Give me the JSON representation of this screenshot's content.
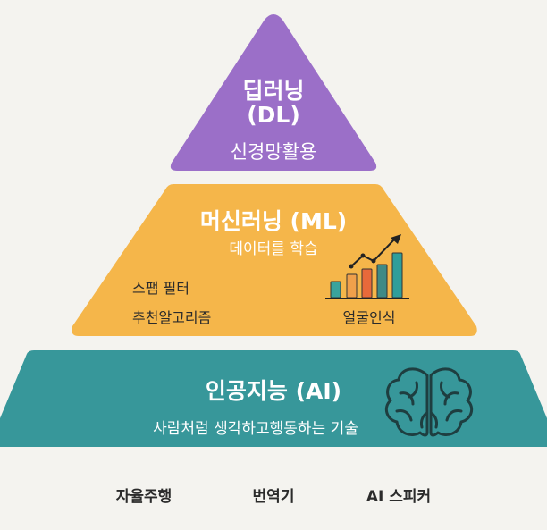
{
  "dl_tier": {
    "title": "딥러닝",
    "abbr": "(DL)",
    "subtitle": "신경망활용",
    "color": "#9b6fc8"
  },
  "ml_tier": {
    "title": "머신러닝 (ML)",
    "subtitle": "데이터를 학습",
    "examples": [
      "스팸 필터",
      "추천알고리즘"
    ],
    "chart_caption": "얼굴인식",
    "color": "#f5b64a",
    "chart_bar_colors": [
      "#3aa39d",
      "#f0a04b",
      "#e8693a",
      "#3f8a86",
      "#2f9e9a"
    ]
  },
  "ai_tier": {
    "title": "인공지능 (AI)",
    "subtitle": "사람처럼 생각하고행동하는 기술",
    "color": "#37979a",
    "icon": "brain-icon"
  },
  "applications": [
    "자율주행",
    "번역기",
    "AI 스피커"
  ]
}
